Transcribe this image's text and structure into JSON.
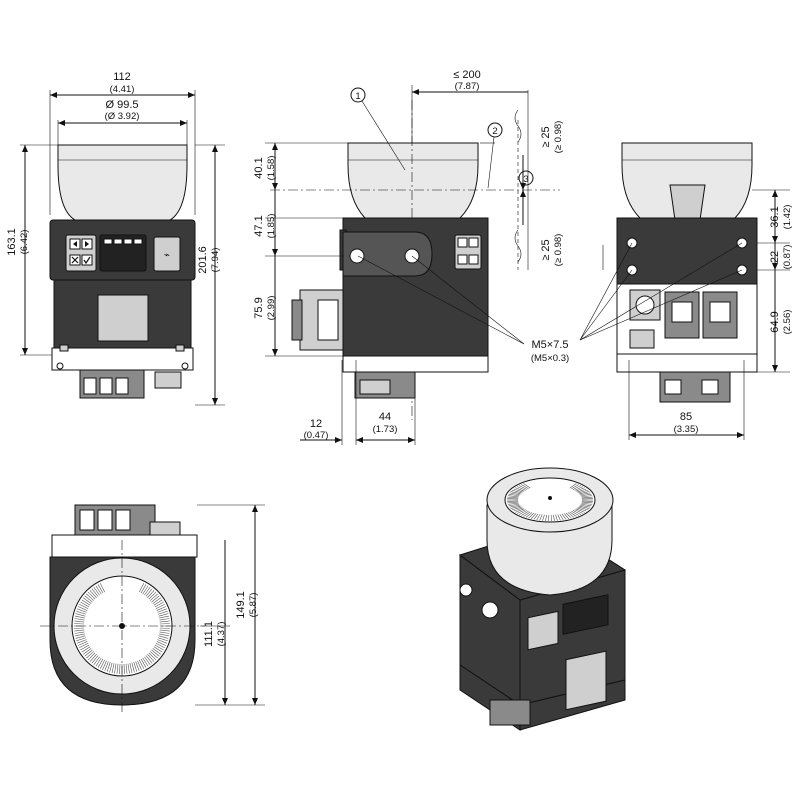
{
  "front": {
    "width_mm": "112",
    "width_in": "(4.41)",
    "dia_mm": "Ø 99.5",
    "dia_in": "(Ø 3.92)",
    "h1_mm": "163.1",
    "h1_in": "(6.42)",
    "h2_mm": "201.6",
    "h2_in": "(7.94)"
  },
  "side": {
    "reach_mm": "≤ 200",
    "reach_in": "(7.87)",
    "dome_mm": "40.1",
    "dome_in": "(1.58)",
    "mid_mm": "47.1",
    "mid_in": "(1.85)",
    "low_mm": "75.9",
    "low_in": "(2.99)",
    "off_mm": "12",
    "off_in": "(0.47)",
    "conn_mm": "44",
    "conn_in": "(1.73)",
    "gap_top_mm": "≥ 25",
    "gap_top_in": "(≥ 0.98)",
    "gap_bot_mm": "≥ 25",
    "gap_bot_in": "(≥ 0.98)",
    "callout_1": "1",
    "callout_2": "2",
    "callout_3": "3",
    "thread_mm": "M5×7.5",
    "thread_in": "(M5×0.3)"
  },
  "back": {
    "h_top_mm": "36.1",
    "h_top_in": "(1.42)",
    "h_hole_mm": "22",
    "h_hole_in": "(0.87)",
    "h_low_mm": "64.9",
    "h_low_in": "(2.56)",
    "width_mm": "85",
    "width_in": "(3.35)"
  },
  "top": {
    "depth_mm": "149.1",
    "depth_in": "(5.87)",
    "half_mm": "111.1",
    "half_in": "(4.37)"
  },
  "icons": [
    "arrow-left-icon",
    "arrow-right-icon",
    "cancel-x-icon",
    "confirm-check-icon",
    "usb-icon"
  ]
}
